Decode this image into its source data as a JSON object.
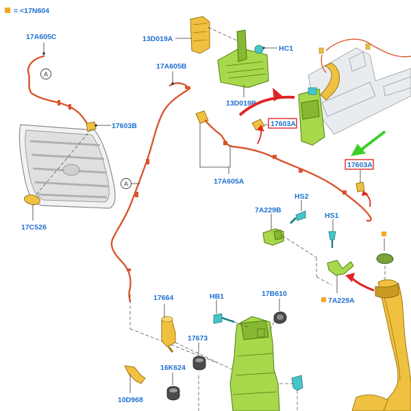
{
  "legend": {
    "text": "= <17N604",
    "swatch_color": "#f5a623"
  },
  "labels": {
    "l_17A605C": "17A605C",
    "l_13D019A": "13D019A",
    "l_HC1": "HC1",
    "l_17A605B": "17A605B",
    "l_13D019B": "13D019B",
    "l_17603B": "17603B",
    "l_17603A_1": "17603A",
    "l_17603A_2": "17603A",
    "l_17A605A": "17A605A",
    "l_17C526": "17C526",
    "l_7A229B": "7A229B",
    "l_HS2": "HS2",
    "l_HS1": "HS1",
    "l_7A229A": "7A229A",
    "l_17664": "17664",
    "l_HB1": "HB1",
    "l_17B610": "17B610",
    "l_17673": "17673",
    "l_16K624": "16K624",
    "l_10D968": "10D968"
  },
  "callouts": {
    "a1": "A",
    "a2": "A"
  },
  "colors": {
    "highlight_box": "#e02424",
    "label": "#1f6fd1",
    "hose": "#d9532b",
    "part_green": "#a8d84b",
    "part_yellow": "#f0c040"
  }
}
